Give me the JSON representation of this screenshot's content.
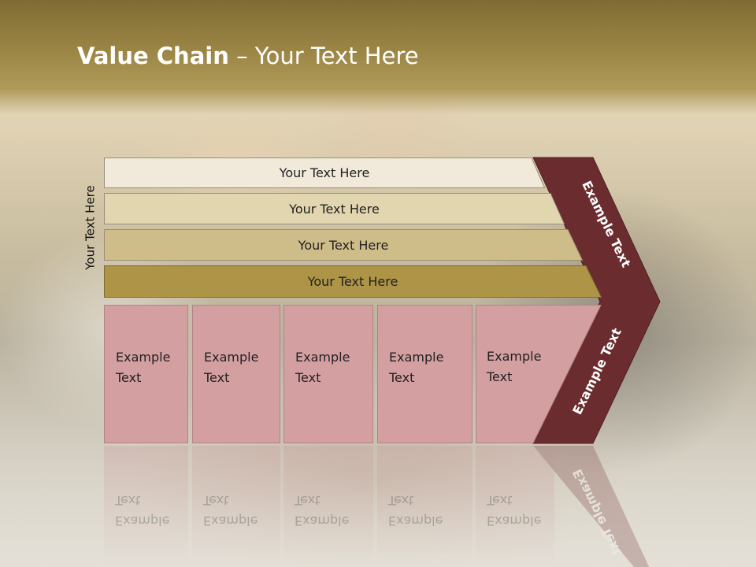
{
  "slide": {
    "title_bold": "Value Chain",
    "title_rest": " – Your Text Here",
    "side_label": "Your Text Here"
  },
  "bars": [
    {
      "label": "Your Text Here",
      "color": "#f1eadb"
    },
    {
      "label": "Your Text Here",
      "color": "#e2d6b0"
    },
    {
      "label": "Your Text Here",
      "color": "#cfbd89"
    },
    {
      "label": "Your Text Here",
      "color": "#ad9447"
    }
  ],
  "cells": [
    {
      "line1": "Example",
      "line2": "Text"
    },
    {
      "line1": "Example",
      "line2": "Text"
    },
    {
      "line1": "Example",
      "line2": "Text"
    },
    {
      "line1": "Example",
      "line2": "Text"
    },
    {
      "line1": "Example",
      "line2": "Text"
    }
  ],
  "chevron": {
    "top_label": "Example Text",
    "bottom_label": "Example Text",
    "color": "#6b2c2f"
  },
  "colors": {
    "header": "#9c8645",
    "cell": "#d49fa1"
  }
}
